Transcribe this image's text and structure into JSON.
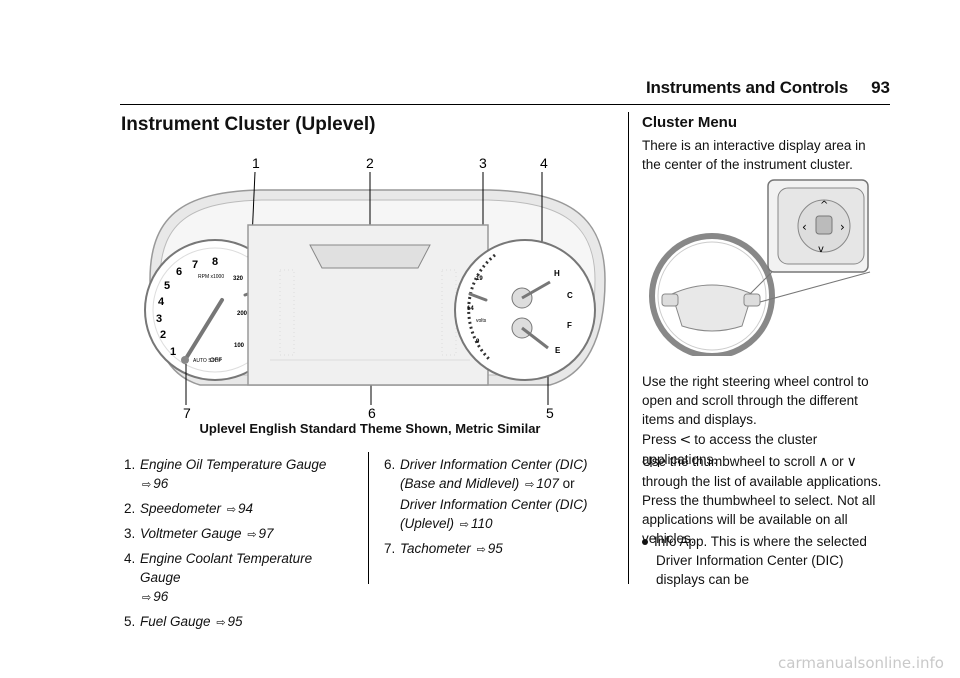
{
  "header": {
    "title": "Instruments and Controls",
    "page_number": "93"
  },
  "section": {
    "title": "Instrument Cluster (Uplevel)"
  },
  "figure": {
    "callouts": [
      "1",
      "2",
      "3",
      "4",
      "5",
      "6",
      "7"
    ],
    "caption": "Uplevel English Standard Theme Shown, Metric Similar",
    "tach_numbers": [
      "1",
      "2",
      "3",
      "4",
      "5",
      "6",
      "7",
      "8"
    ],
    "tach_unit": "RPM x1000",
    "auto_stop": "AUTO STOP",
    "off": "OFF",
    "oil_temp_numbers": [
      "320",
      "200",
      "100"
    ],
    "volt_numbers": [
      "19",
      "14",
      "9"
    ],
    "volt_unit": "volts",
    "coolant_labels": [
      "H",
      "C"
    ],
    "fuel_labels": [
      "F",
      "E"
    ]
  },
  "list_left": [
    {
      "n": "1.",
      "text": "Engine Oil Temperature Gauge",
      "ref": "96"
    },
    {
      "n": "2.",
      "text": "Speedometer",
      "ref": "94"
    },
    {
      "n": "3.",
      "text": "Voltmeter Gauge",
      "ref": "97"
    },
    {
      "n": "4.",
      "text": "Engine Coolant Temperature Gauge",
      "ref": "96"
    },
    {
      "n": "5.",
      "text": "Fuel Gauge",
      "ref": "95"
    }
  ],
  "list_right": [
    {
      "n": "6.",
      "text": "Driver Information Center (DIC) (Base and Midlevel)",
      "ref": "107",
      "or": "or",
      "text2": "Driver Information Center (DIC) (Uplevel)",
      "ref2": "110"
    },
    {
      "n": "7.",
      "text": "Tachometer",
      "ref": "95"
    }
  ],
  "right_col": {
    "title": "Cluster Menu",
    "intro": "There is an interactive display area in the center of the instrument cluster.",
    "p1": "Use the right steering wheel control to open and scroll through the different items and displays.",
    "p2a": "Press",
    "p2b": "to access the cluster applications.",
    "p3a": "Use the thumbwheel to scroll",
    "p3b": "or",
    "p3c": "through the list of available applications. Press the thumbwheel to select. Not all applications will be available on all vehicles.",
    "bullet1": "Info App. This is where the selected Driver Information Center (DIC) displays can be"
  },
  "ref_symbol": "⇨",
  "watermark": "carmanualsonline.info"
}
